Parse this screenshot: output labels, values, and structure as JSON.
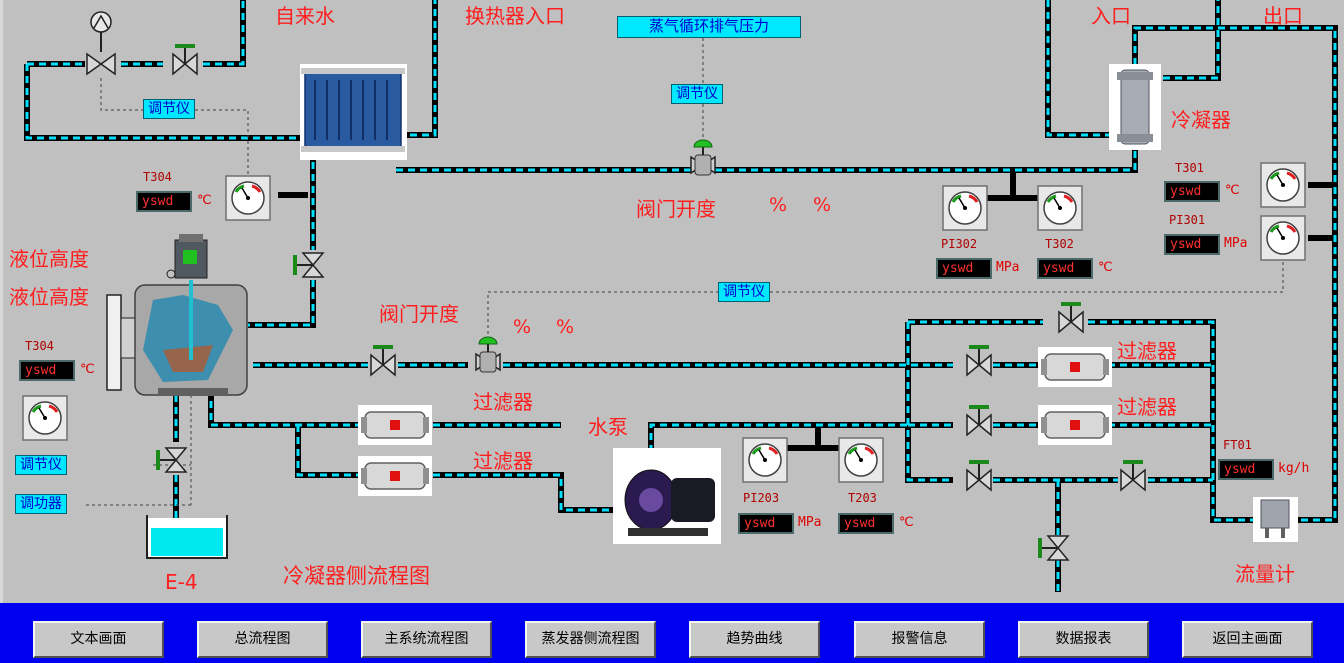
{
  "diagram": {
    "title": "冷凝器侧流程图",
    "labels": {
      "tap_water": "自来水",
      "hx_inlet": "换热器入口",
      "inlet": "入口",
      "outlet": "出口",
      "condenser": "冷凝器",
      "level1": "液位高度",
      "level2": "液位高度",
      "valve_open_top": "阀门开度",
      "valve_open_mid": "阀门开度",
      "pct_top_1": "%",
      "pct_top_2": "%",
      "pct_mid_1": "%",
      "pct_mid_2": "%",
      "filter_main": "过滤器",
      "filter_low": "过滤器",
      "filter_r1": "过滤器",
      "filter_r2": "过滤器",
      "pump": "水泵",
      "flowmeter": "流量计",
      "tank": "E-4",
      "steam_pressure": "蒸气循环排气压力"
    },
    "controllers": {
      "top_left": "调节仪",
      "top_mid": "调节仪",
      "mid_right": "调节仪",
      "left_1": "调节仪",
      "left_2": "调功器"
    },
    "instruments": {
      "t304_top": {
        "tag": "T304",
        "value": "yswd",
        "unit": "℃"
      },
      "t304_left": {
        "tag": "T304",
        "value": "yswd",
        "unit": "℃"
      },
      "t301": {
        "tag": "T301",
        "value": "yswd",
        "unit": "℃"
      },
      "pi301": {
        "tag": "PI301",
        "value": "yswd",
        "unit": "MPa"
      },
      "pi302": {
        "tag": "PI302",
        "value": "yswd",
        "unit": "MPa"
      },
      "t302": {
        "tag": "T302",
        "value": "yswd",
        "unit": "℃"
      },
      "pi203": {
        "tag": "PI203",
        "value": "yswd",
        "unit": "MPa"
      },
      "t203": {
        "tag": "T203",
        "value": "yswd",
        "unit": "℃"
      },
      "ft01": {
        "tag": "FT01",
        "value": "yswd",
        "unit": "kg/h"
      }
    }
  },
  "nav": [
    "文本画面",
    "总流程图",
    "主系统流程图",
    "蒸发器侧流程图",
    "趋势曲线",
    "报警信息",
    "数据报表",
    "返回主画面"
  ],
  "colors": {
    "background": "#c0c0c0",
    "pipe_dark": "#000000",
    "pipe_flow": "#00e0ff",
    "label_red": "#ff1e1e",
    "nav_bar": "#0000f0",
    "controller_box": "#00e8ff"
  }
}
